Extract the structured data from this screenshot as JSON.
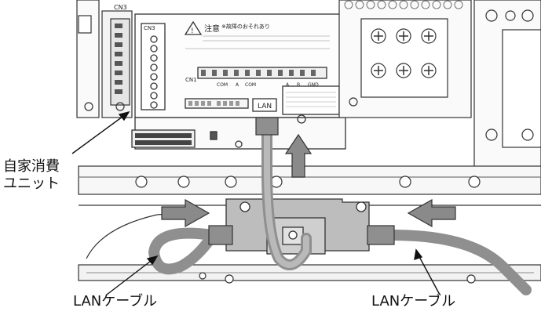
{
  "callouts": {
    "unit_line1": "自家消費",
    "unit_line2": "ユニット",
    "lan_left": "LANケーブル",
    "lan_right": "LANケーブル"
  },
  "unit_panel": {
    "connector_label": "CN3",
    "caution_title": "注意",
    "caution_note": "※故障のおそれあり",
    "lan_port_label": "LAN",
    "cn1_label": "CN1",
    "terminal_labels": [
      "COM",
      "A",
      "COM",
      "A",
      "B",
      "GND"
    ]
  },
  "colors": {
    "arrow_fill": "#8a8a8a",
    "cable": "#8f8f8f",
    "coupler": "#bdbdbd",
    "line": "#333333"
  },
  "icons": [
    "screw-icon",
    "arrow-right-icon",
    "arrow-left-icon",
    "arrow-up-icon"
  ]
}
